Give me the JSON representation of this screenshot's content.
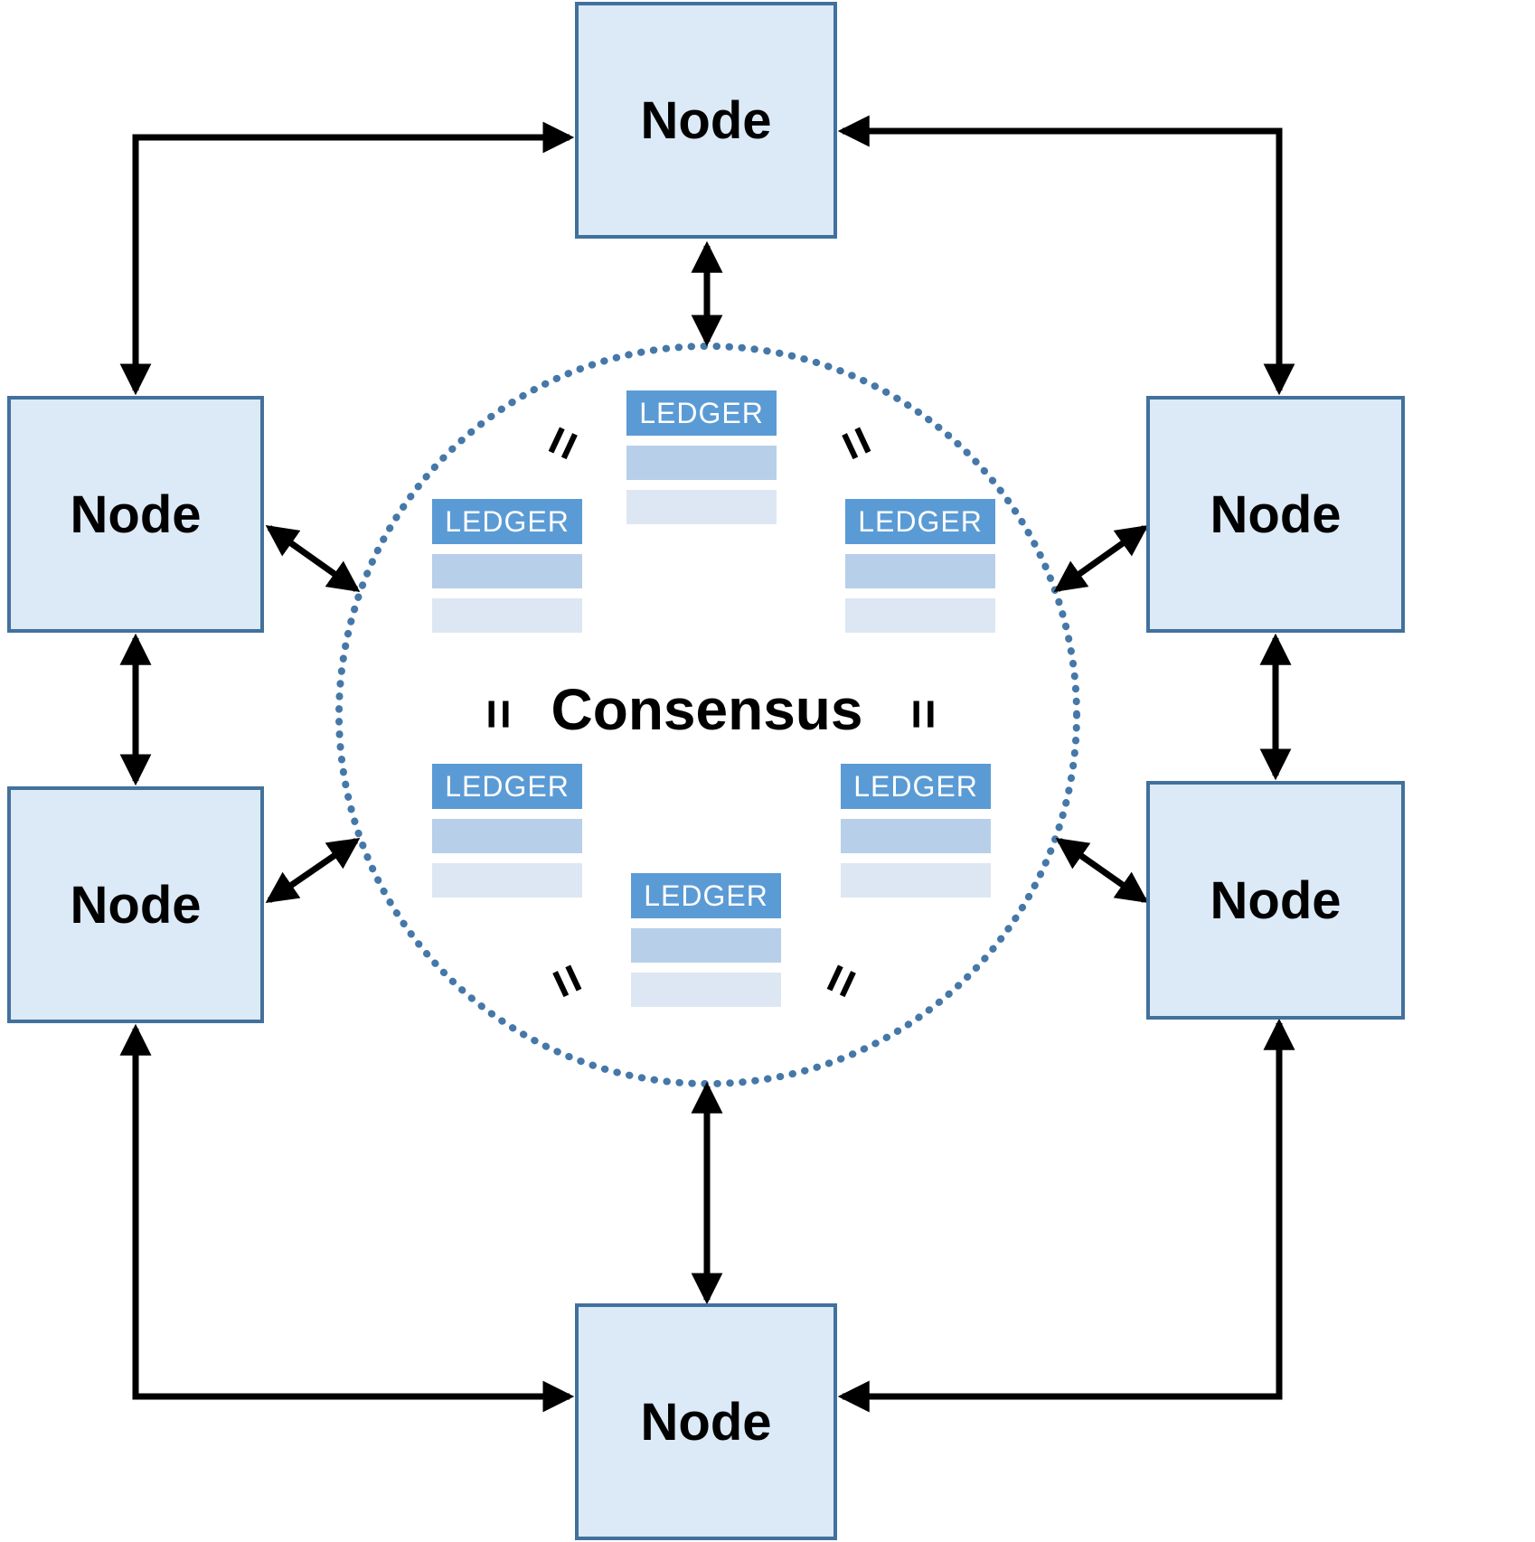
{
  "diagram": {
    "title": "peer-to-peer-consensus-network",
    "center_label": "Consensus",
    "equals_symbol": "=",
    "nodes": [
      {
        "id": "node-top",
        "label": "Node"
      },
      {
        "id": "node-left-upper",
        "label": "Node"
      },
      {
        "id": "node-right-upper",
        "label": "Node"
      },
      {
        "id": "node-left-lower",
        "label": "Node"
      },
      {
        "id": "node-right-lower",
        "label": "Node"
      },
      {
        "id": "node-bottom",
        "label": "Node"
      }
    ],
    "ledgers": [
      {
        "id": "ledger-top",
        "label": "LEDGER"
      },
      {
        "id": "ledger-upper-left",
        "label": "LEDGER"
      },
      {
        "id": "ledger-upper-right",
        "label": "LEDGER"
      },
      {
        "id": "ledger-lower-left",
        "label": "LEDGER"
      },
      {
        "id": "ledger-lower-right",
        "label": "LEDGER"
      },
      {
        "id": "ledger-bottom",
        "label": "LEDGER"
      }
    ],
    "colors": {
      "node_fill": "#dce9f6",
      "node_border": "#41719c",
      "ledger_header": "#5b9bd5",
      "ledger_row_medium": "#b7cfe9",
      "ledger_row_light": "#dde7f3",
      "circle_dots": "#4578a8",
      "arrow": "#000000",
      "background": "#ffffff"
    }
  }
}
